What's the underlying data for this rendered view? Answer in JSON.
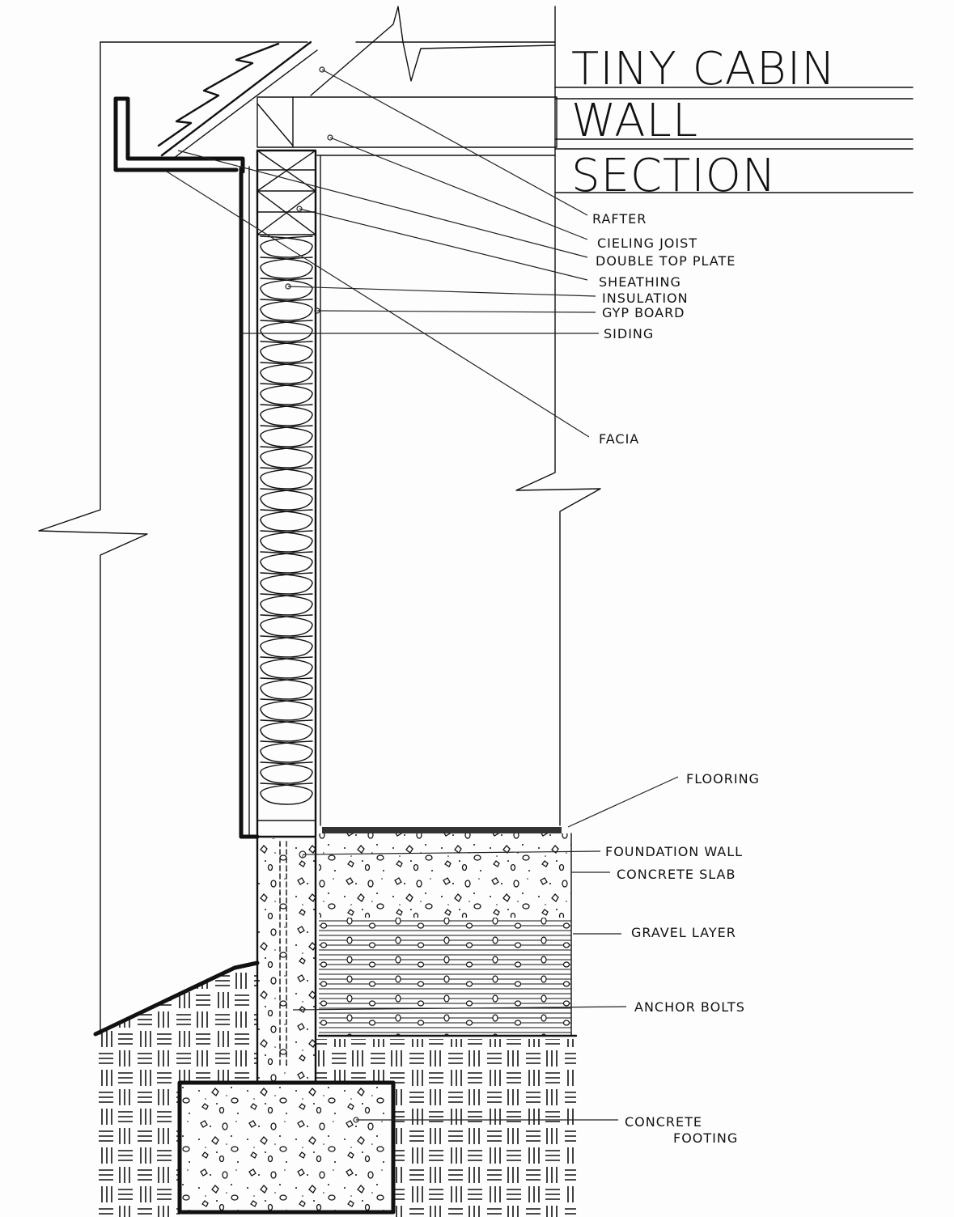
{
  "title": {
    "line1": "TINY CABIN",
    "line2": "WALL",
    "line3": "SECTION"
  },
  "labels": {
    "rafter": "RAFTER",
    "ceiling_joist": "CIELING JOIST",
    "double_top_plate": "DOUBLE TOP PLATE",
    "sheathing": "SHEATHING",
    "insulation": "INSULATION",
    "gyp_board": "GYP BOARD",
    "siding": "SIDING",
    "facia": "FACIA",
    "flooring": "FLOORING",
    "foundation_wall": "FOUNDATION WALL",
    "concrete_slab": "CONCRETE SLAB",
    "gravel_layer": "GRAVEL LAYER",
    "anchor_bolts": "ANCHOR BOLTS",
    "concrete_footing_1": "CONCRETE",
    "concrete_footing_2": "FOOTING"
  }
}
